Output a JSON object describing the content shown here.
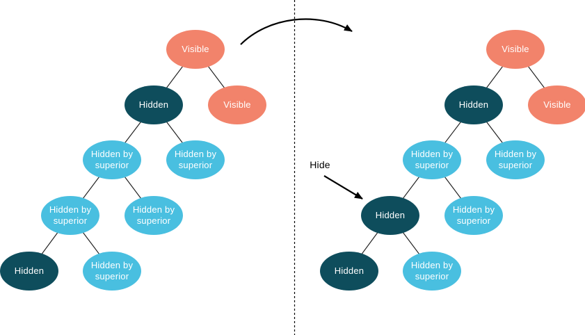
{
  "annotation": {
    "hide_label": "Hide"
  },
  "icons": {
    "transform_arrow": "curved-right-arrow",
    "hide_arrow": "diagonal-down-right-arrow",
    "divider": "vertical-dashed-line"
  },
  "colors": {
    "visible_node": "#F2836B",
    "hidden_node": "#0E4D5C",
    "hidden_by_superior_node": "#49BFE0",
    "edge_line": "#222222",
    "node_text": "#FFFFFF",
    "background": "#FFFFFF"
  },
  "left_tree": {
    "nodes": [
      {
        "label": "Visible",
        "state": "visible"
      },
      {
        "label": "Hidden",
        "state": "hidden"
      },
      {
        "label": "Visible",
        "state": "visible"
      },
      {
        "label": "Hidden by superior",
        "state": "hidden-by-superior"
      },
      {
        "label": "Hidden by superior",
        "state": "hidden-by-superior"
      },
      {
        "label": "Hidden by superior",
        "state": "hidden-by-superior"
      },
      {
        "label": "Hidden by superior",
        "state": "hidden-by-superior"
      },
      {
        "label": "Hidden",
        "state": "hidden"
      },
      {
        "label": "Hidden by superior",
        "state": "hidden-by-superior"
      }
    ],
    "edges": [
      [
        0,
        1
      ],
      [
        0,
        2
      ],
      [
        1,
        3
      ],
      [
        1,
        4
      ],
      [
        3,
        5
      ],
      [
        3,
        6
      ],
      [
        5,
        7
      ],
      [
        5,
        8
      ]
    ]
  },
  "right_tree": {
    "nodes": [
      {
        "label": "Visible",
        "state": "visible"
      },
      {
        "label": "Hidden",
        "state": "hidden"
      },
      {
        "label": "Visible",
        "state": "visible"
      },
      {
        "label": "Hidden by superior",
        "state": "hidden-by-superior"
      },
      {
        "label": "Hidden by superior",
        "state": "hidden-by-superior"
      },
      {
        "label": "Hidden",
        "state": "hidden"
      },
      {
        "label": "Hidden by superior",
        "state": "hidden-by-superior"
      },
      {
        "label": "Hidden",
        "state": "hidden"
      },
      {
        "label": "Hidden by superior",
        "state": "hidden-by-superior"
      }
    ],
    "edges": [
      [
        0,
        1
      ],
      [
        0,
        2
      ],
      [
        1,
        3
      ],
      [
        1,
        4
      ],
      [
        3,
        5
      ],
      [
        3,
        6
      ],
      [
        5,
        7
      ],
      [
        5,
        8
      ]
    ]
  }
}
